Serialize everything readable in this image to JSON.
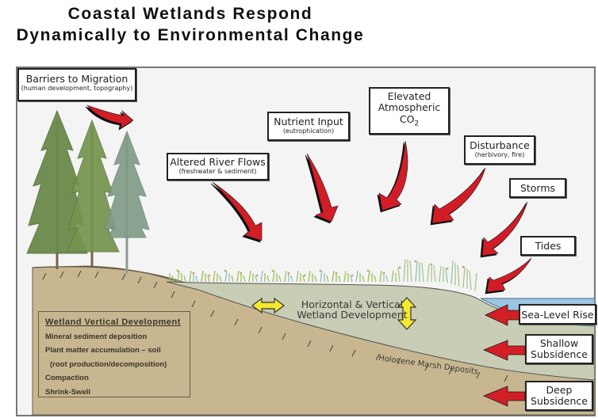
{
  "title": {
    "line1": "Coastal Wetlands Respond",
    "line2": "Dynamically to Environmental Change"
  },
  "drivers": [
    {
      "id": "barriers",
      "label": "Barriers to Migration",
      "sub": "(human development, topography)",
      "arrow": "curved-red"
    },
    {
      "id": "river",
      "label": "Altered River Flows",
      "sub": "(freshwater & sediment)",
      "arrow": "curved-red"
    },
    {
      "id": "nutrient",
      "label": "Nutrient Input",
      "sub": "(eutrophication)",
      "arrow": "curved-red"
    },
    {
      "id": "co2",
      "label_line1": "Elevated",
      "label_line2": "Atmospheric",
      "label_line3": "CO",
      "subscript": "2",
      "arrow": "curved-red"
    },
    {
      "id": "disturbance",
      "label": "Disturbance",
      "sub": "(herbivory, fire)",
      "arrow": "curved-red"
    },
    {
      "id": "storms",
      "label": "Storms",
      "arrow": "curved-red"
    },
    {
      "id": "tides",
      "label": "Tides",
      "arrow": "curved-red"
    }
  ],
  "side_drivers": [
    {
      "id": "slr",
      "label": "Sea-Level Rise",
      "arrow": "straight-left-red"
    },
    {
      "id": "shallow",
      "label_line1": "Shallow",
      "label_line2": "Subsidence",
      "arrow": "straight-left-red"
    },
    {
      "id": "deep",
      "label_line1": "Deep",
      "label_line2": "Subsidence",
      "arrow": "straight-left-red"
    }
  ],
  "wetland": {
    "development_line1": "Horizontal & Vertical",
    "development_line2": "Wetland Development",
    "deposits_label": "Holocene Marsh Deposits",
    "icons": [
      "horizontal-double-arrow-icon",
      "vertical-double-arrow-icon",
      "tree-icon",
      "marsh-grass-icon"
    ]
  },
  "legend": {
    "heading": "Wetland Vertical Development",
    "items": [
      "Mineral sediment deposition",
      "Plant matter accumulation – soil",
      "(root production/decomposition)",
      "Compaction",
      "Shrink-Swell"
    ]
  },
  "colors": {
    "background": "#f4f4f4",
    "upland_soil": "#c8b690",
    "marsh_deposit": "#c9cdb5",
    "water": "#9cc4e4",
    "arrow_red": "#d21f26",
    "arrow_yellow": "#f5e831",
    "tree_green": "#6b8a4a",
    "tree_sage": "#7f9b86"
  }
}
